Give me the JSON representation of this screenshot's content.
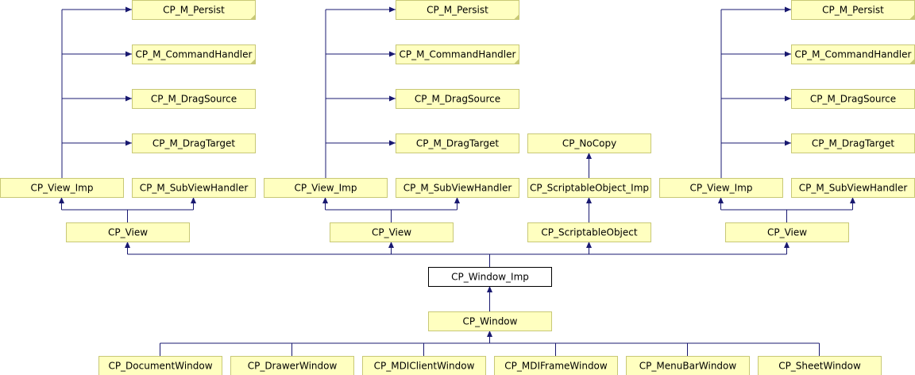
{
  "colors": {
    "node_fill": "#ffffc0",
    "node_border": "#c8c876",
    "focus_fill": "#ffffff",
    "focus_border": "#000000",
    "edge": "#191970"
  },
  "nodes": [
    {
      "id": "persist_1",
      "label": "CP_M_Persist",
      "corner_mark": true
    },
    {
      "id": "cmdhandler_1",
      "label": "CP_M_CommandHandler",
      "corner_mark": true
    },
    {
      "id": "dragsource_1",
      "label": "CP_M_DragSource",
      "corner_mark": false
    },
    {
      "id": "dragtarget_1",
      "label": "CP_M_DragTarget",
      "corner_mark": false
    },
    {
      "id": "viewimp_1",
      "label": "CP_View_Imp",
      "corner_mark": false
    },
    {
      "id": "subview_1",
      "label": "CP_M_SubViewHandler",
      "corner_mark": false
    },
    {
      "id": "view_1",
      "label": "CP_View",
      "corner_mark": false
    },
    {
      "id": "persist_2",
      "label": "CP_M_Persist",
      "corner_mark": true
    },
    {
      "id": "cmdhandler_2",
      "label": "CP_M_CommandHandler",
      "corner_mark": true
    },
    {
      "id": "dragsource_2",
      "label": "CP_M_DragSource",
      "corner_mark": false
    },
    {
      "id": "dragtarget_2",
      "label": "CP_M_DragTarget",
      "corner_mark": false
    },
    {
      "id": "viewimp_2",
      "label": "CP_View_Imp",
      "corner_mark": false
    },
    {
      "id": "subview_2",
      "label": "CP_M_SubViewHandler",
      "corner_mark": false
    },
    {
      "id": "view_2",
      "label": "CP_View",
      "corner_mark": false
    },
    {
      "id": "nocopy",
      "label": "CP_NoCopy",
      "corner_mark": false
    },
    {
      "id": "scriptimp",
      "label": "CP_ScriptableObject_Imp",
      "corner_mark": false
    },
    {
      "id": "scriptobj",
      "label": "CP_ScriptableObject",
      "corner_mark": false
    },
    {
      "id": "persist_3",
      "label": "CP_M_Persist",
      "corner_mark": true
    },
    {
      "id": "cmdhandler_3",
      "label": "CP_M_CommandHandler",
      "corner_mark": true
    },
    {
      "id": "dragsource_3",
      "label": "CP_M_DragSource",
      "corner_mark": false
    },
    {
      "id": "dragtarget_3",
      "label": "CP_M_DragTarget",
      "corner_mark": false
    },
    {
      "id": "viewimp_3",
      "label": "CP_View_Imp",
      "corner_mark": false
    },
    {
      "id": "subview_3",
      "label": "CP_M_SubViewHandler",
      "corner_mark": false
    },
    {
      "id": "view_3",
      "label": "CP_View",
      "corner_mark": false
    },
    {
      "id": "windowimp",
      "label": "CP_Window_Imp",
      "corner_mark": false,
      "focus": true
    },
    {
      "id": "window",
      "label": "CP_Window",
      "corner_mark": false
    },
    {
      "id": "docwin",
      "label": "CP_DocumentWindow",
      "corner_mark": false
    },
    {
      "id": "drawerwin",
      "label": "CP_DrawerWindow",
      "corner_mark": false
    },
    {
      "id": "mdiclient",
      "label": "CP_MDIClientWindow",
      "corner_mark": false
    },
    {
      "id": "mdiframe",
      "label": "CP_MDIFrameWindow",
      "corner_mark": false
    },
    {
      "id": "menubar",
      "label": "CP_MenuBarWindow",
      "corner_mark": false
    },
    {
      "id": "sheetwin",
      "label": "CP_SheetWindow",
      "corner_mark": false
    }
  ],
  "edges": [
    {
      "from": "viewimp_1",
      "to": "persist_1"
    },
    {
      "from": "viewimp_1",
      "to": "cmdhandler_1"
    },
    {
      "from": "viewimp_1",
      "to": "dragsource_1"
    },
    {
      "from": "viewimp_1",
      "to": "dragtarget_1"
    },
    {
      "from": "view_1",
      "to": "viewimp_1"
    },
    {
      "from": "view_1",
      "to": "subview_1"
    },
    {
      "from": "viewimp_2",
      "to": "persist_2"
    },
    {
      "from": "viewimp_2",
      "to": "cmdhandler_2"
    },
    {
      "from": "viewimp_2",
      "to": "dragsource_2"
    },
    {
      "from": "viewimp_2",
      "to": "dragtarget_2"
    },
    {
      "from": "view_2",
      "to": "viewimp_2"
    },
    {
      "from": "view_2",
      "to": "subview_2"
    },
    {
      "from": "scriptimp",
      "to": "nocopy"
    },
    {
      "from": "scriptobj",
      "to": "scriptimp"
    },
    {
      "from": "viewimp_3",
      "to": "persist_3"
    },
    {
      "from": "viewimp_3",
      "to": "cmdhandler_3"
    },
    {
      "from": "viewimp_3",
      "to": "dragsource_3"
    },
    {
      "from": "viewimp_3",
      "to": "dragtarget_3"
    },
    {
      "from": "view_3",
      "to": "viewimp_3"
    },
    {
      "from": "view_3",
      "to": "subview_3"
    },
    {
      "from": "windowimp",
      "to": "view_1"
    },
    {
      "from": "windowimp",
      "to": "view_2"
    },
    {
      "from": "windowimp",
      "to": "scriptobj"
    },
    {
      "from": "windowimp",
      "to": "view_3"
    },
    {
      "from": "window",
      "to": "windowimp"
    },
    {
      "from": "docwin",
      "to": "window"
    },
    {
      "from": "drawerwin",
      "to": "window"
    },
    {
      "from": "mdiclient",
      "to": "window"
    },
    {
      "from": "mdiframe",
      "to": "window"
    },
    {
      "from": "menubar",
      "to": "window"
    },
    {
      "from": "sheetwin",
      "to": "window"
    }
  ]
}
